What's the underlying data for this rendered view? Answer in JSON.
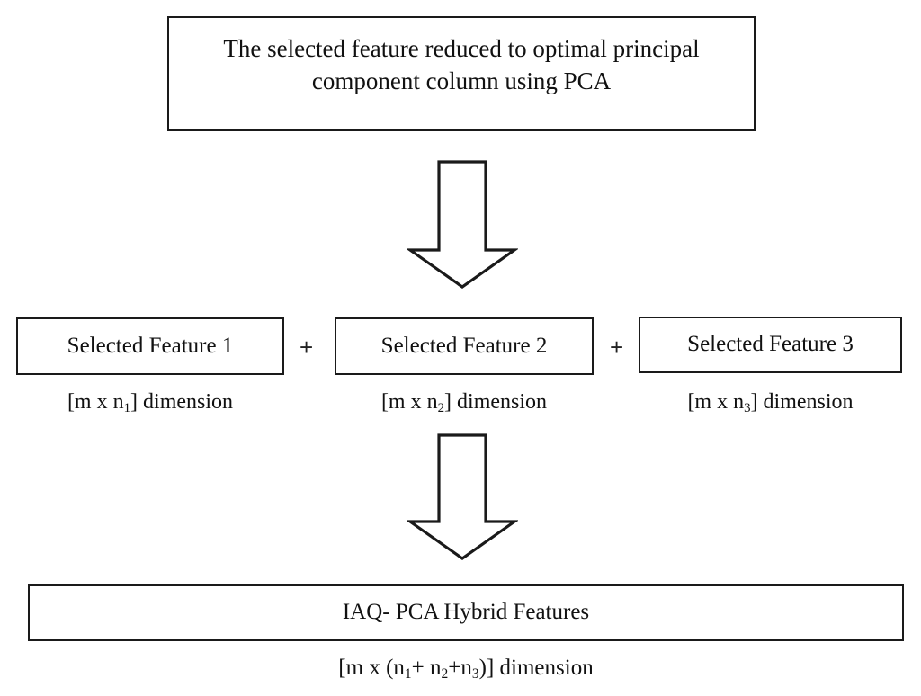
{
  "diagram": {
    "title": "IAQ-PCA Hybrid Feature Construction Flow",
    "background_color": "#ffffff",
    "line_color": "#1a1a1a",
    "text_color": "#111111"
  },
  "top_box": {
    "text": "The selected feature reduced to optimal principal\ncomponent column using PCA"
  },
  "arrows": [
    {
      "name": "arrow-top-to-features",
      "direction": "down"
    },
    {
      "name": "arrow-features-to-hybrid",
      "direction": "down"
    }
  ],
  "feature_row": {
    "operators": [
      "+",
      "+"
    ],
    "boxes": [
      {
        "label": "Selected Feature 1",
        "dimension_prefix": "[m x n",
        "dimension_subscript": "1",
        "dimension_suffix": "] dimension"
      },
      {
        "label": "Selected Feature 2",
        "dimension_prefix": "[m x n",
        "dimension_subscript": "2",
        "dimension_suffix": "] dimension"
      },
      {
        "label": "Selected Feature 3",
        "dimension_prefix": "[m x n",
        "dimension_subscript": "3",
        "dimension_suffix": "] dimension"
      }
    ]
  },
  "hybrid_box": {
    "label": "IAQ- PCA Hybrid Features",
    "dimension": {
      "p1": "[m x (n",
      "s1": "1",
      "p2": "+ n",
      "s2": "2",
      "p3": "+n",
      "s3": "3",
      "p4": ")] dimension"
    }
  }
}
